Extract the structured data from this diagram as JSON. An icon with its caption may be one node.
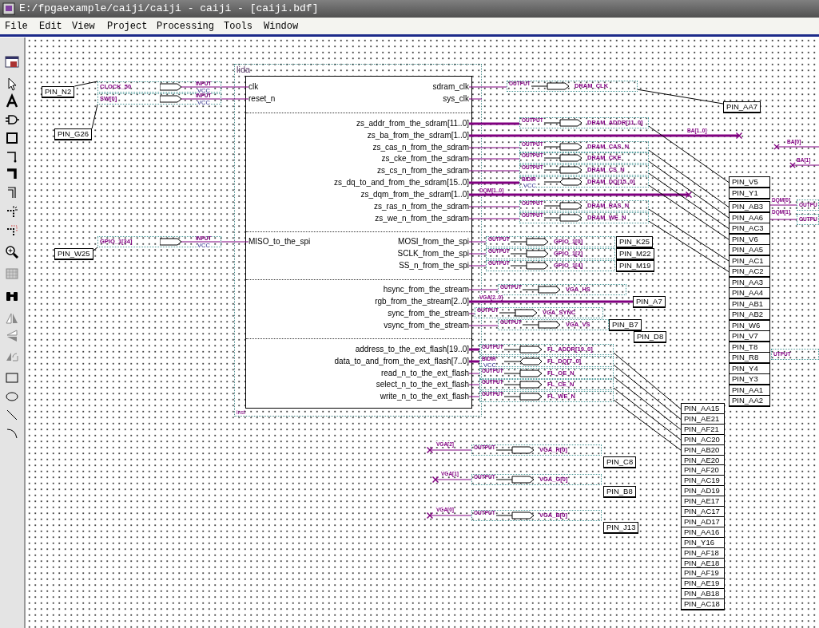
{
  "diagram": {
    "title": "E:/fpgaexample/caiji/caiji - caiji - [caiji.bdf]",
    "nodes": [
      {
        "text": [
          "PIN_N2"
        ]
      },
      {
        "text": [
          "CLOCK_50",
          "INPUT",
          "VCC"
        ]
      },
      {
        "text": [
          "SW[0]",
          "INPUT",
          "VCC"
        ]
      },
      {
        "text": [
          "PIN_G26"
        ]
      },
      {
        "text": [
          "GPIO_1[34]",
          "INPUT",
          "VCC"
        ]
      },
      {
        "text": [
          "PIN_W25"
        ]
      },
      {
        "text": [
          "lida"
        ],
        "beside": [
          "inst"
        ]
      },
      {
        "text": [
          "clk"
        ],
        "in": 6
      },
      {
        "text": [
          "reset_n"
        ],
        "in": 6
      },
      {
        "text": [
          "sdram_clk"
        ],
        "in": 6
      },
      {
        "text": [
          "sys_clk"
        ],
        "in": 6
      },
      {
        "text": [
          "zs_addr_from_the_sdram[11..0]"
        ],
        "in": 6
      },
      {
        "text": [
          "zs_ba_from_the_sdram[1..0]"
        ],
        "in": 6
      },
      {
        "text": [
          "zs_cas_n_from_the_sdram"
        ],
        "in": 6
      },
      {
        "text": [
          "zs_cke_from_the_sdram"
        ],
        "in": 6
      },
      {
        "text": [
          "zs_cs_n_from_the_sdram"
        ],
        "in": 6
      },
      {
        "text": [
          "zs_dq_to_and_from_the_sdram[15..0]"
        ],
        "in": 6
      },
      {
        "text": [
          "zs_dqm_from_the_sdram[1..0]"
        ],
        "in": 6
      },
      {
        "text": [
          "zs_ras_n_from_the_sdram"
        ],
        "in": 6
      },
      {
        "text": [
          "zs_we_n_from_the_sdram"
        ],
        "in": 6
      },
      {
        "text": [
          "MISO_to_the_spi"
        ],
        "in": 6
      },
      {
        "text": [
          "MOSI_from_the_spi"
        ],
        "in": 6
      },
      {
        "text": [
          "SCLK_from_the_spi"
        ],
        "in": 6
      },
      {
        "text": [
          "SS_n_from_the_spi"
        ],
        "in": 6
      },
      {
        "text": [
          "hsync_from_the_stream"
        ],
        "in": 6
      },
      {
        "text": [
          "rgb_from_the_stream[2..0]"
        ],
        "in": 6
      },
      {
        "text": [
          "sync_from_the_stream"
        ],
        "in": 6
      },
      {
        "text": [
          "vsync_from_the_stream"
        ],
        "in": 6
      },
      {
        "text": [
          "address_to_the_ext_flash[19..0]"
        ],
        "in": 6
      },
      {
        "text": [
          "data_to_and_from_the_ext_flash[7..0]"
        ],
        "in": 6
      },
      {
        "text": [
          "read_n_to_the_ext_flash"
        ],
        "in": 6
      },
      {
        "text": [
          "select_n_to_the_ext_flash"
        ],
        "in": 6
      },
      {
        "text": [
          "write_n_to_the_ext_flash"
        ],
        "in": 6
      },
      {
        "text": [
          "OUTPUT",
          "DRAM_CLK"
        ]
      },
      {
        "text": [
          "OUTPUT",
          "DRAM_ADDR[11..0]"
        ]
      },
      {
        "text": [
          "OUTPUT",
          "DRAM_CAS_N"
        ]
      },
      {
        "text": [
          "OUTPUT",
          "DRAM_CKE"
        ]
      },
      {
        "text": [
          "OUTPUT",
          "DRAM_CS_N"
        ]
      },
      {
        "text": [
          "BIDIR",
          "VCC",
          "DRAM_DQ[15..0]"
        ]
      },
      {
        "text": [
          "OUTPUT",
          "DRAM_RAS_N"
        ]
      },
      {
        "text": [
          "OUTPUT",
          "DRAM_WE_N"
        ]
      },
      {
        "text": [
          "OUTPUT",
          "GPIO_1[0]"
        ]
      },
      {
        "text": [
          "OUTPUT",
          "GPIO_1[2]"
        ]
      },
      {
        "text": [
          "OUTPUT",
          "GPIO_1[4]"
        ]
      },
      {
        "text": [
          "OUTPUT",
          "VGA_HS"
        ]
      },
      {
        "text": [
          "OUTPUT",
          "VGA_SYNC"
        ]
      },
      {
        "text": [
          "OUTPUT",
          "VGA_VS"
        ]
      },
      {
        "text": [
          "OUTPUT",
          "FL_ADDR[19..0]"
        ]
      },
      {
        "text": [
          "BIDIR",
          "VCC",
          "FL_DQ[7..0]"
        ]
      },
      {
        "text": [
          "OUTPUT",
          "FL_OE_N"
        ]
      },
      {
        "text": [
          "OUTPUT",
          "FL_CE_N"
        ]
      },
      {
        "text": [
          "OUTPUT",
          "FL_WE_N"
        ]
      },
      {
        "text": [
          "OUTPUT",
          "VGA_R[0]"
        ]
      },
      {
        "text": [
          "OUTPUT",
          "VGA_G[0]"
        ]
      },
      {
        "text": [
          "OUTPUT",
          "VGA_B[0]"
        ]
      },
      {
        "text": [
          "OUTPU"
        ]
      },
      {
        "text": [
          "OUTPU"
        ]
      },
      {
        "text": [
          "UTPUT"
        ]
      },
      {
        "text": [
          "PIN_AA7"
        ]
      },
      {
        "text": [
          "PIN_K25"
        ]
      },
      {
        "text": [
          "PIN_M22"
        ]
      },
      {
        "text": [
          "PIN_M19"
        ]
      },
      {
        "text": [
          "PIN_A7"
        ]
      },
      {
        "text": [
          "PIN_B7"
        ]
      },
      {
        "text": [
          "PIN_D8"
        ]
      },
      {
        "text": [
          "PIN_C8"
        ]
      },
      {
        "text": [
          "PIN_B8"
        ]
      },
      {
        "text": [
          "PIN_J13"
        ]
      },
      {
        "text": [
          "PIN_V5"
        ]
      },
      {
        "text": [
          "PIN_Y1"
        ]
      },
      {
        "text": [
          "PIN_AB3"
        ]
      },
      {
        "text": [
          "PIN_AA6"
        ]
      },
      {
        "text": [
          "PIN_AC3"
        ]
      },
      {
        "text": [
          "PIN_V6"
        ]
      },
      {
        "text": [
          "PIN_AA5"
        ]
      },
      {
        "text": [
          "PIN_AC1"
        ]
      },
      {
        "text": [
          "PIN_AC2"
        ]
      },
      {
        "text": [
          "PIN_AA3"
        ]
      },
      {
        "text": [
          "PIN_AA4"
        ]
      },
      {
        "text": [
          "PIN_AB1"
        ]
      },
      {
        "text": [
          "PIN_AB2"
        ]
      },
      {
        "text": [
          "PIN_W6"
        ]
      },
      {
        "text": [
          "PIN_V7"
        ]
      },
      {
        "text": [
          "PIN_T8"
        ]
      },
      {
        "text": [
          "PIN_R8"
        ]
      },
      {
        "text": [
          "PIN_Y4"
        ]
      },
      {
        "text": [
          "PIN_Y3"
        ]
      },
      {
        "text": [
          "PIN_AA1"
        ]
      },
      {
        "text": [
          "PIN_AA2"
        ]
      },
      {
        "text": [
          "PIN_AA15"
        ]
      },
      {
        "text": [
          "PIN_AE21"
        ]
      },
      {
        "text": [
          "PIN_AF21"
        ]
      },
      {
        "text": [
          "PIN_AC20"
        ]
      },
      {
        "text": [
          "PIN_AB20"
        ]
      },
      {
        "text": [
          "PIN_AE20"
        ]
      },
      {
        "text": [
          "PIN_AF20"
        ]
      },
      {
        "text": [
          "PIN_AC19"
        ]
      },
      {
        "text": [
          "PIN_AD19"
        ]
      },
      {
        "text": [
          "PIN_AE17"
        ]
      },
      {
        "text": [
          "PIN_AC17"
        ]
      },
      {
        "text": [
          "PIN_AD17"
        ]
      },
      {
        "text": [
          "PIN_AA16"
        ]
      },
      {
        "text": [
          "PIN_Y16"
        ]
      },
      {
        "text": [
          "PIN_AF18"
        ]
      },
      {
        "text": [
          "PIN_AE18"
        ]
      },
      {
        "text": [
          "PIN_AF19"
        ]
      },
      {
        "text": [
          "PIN_AE19"
        ]
      },
      {
        "text": [
          "PIN_AB18"
        ]
      },
      {
        "text": [
          "PIN_AC18"
        ]
      }
    ],
    "edges": [
      {
        "from": 1,
        "to": 7,
        "arrow": "none"
      },
      {
        "from": 2,
        "to": 8,
        "arrow": "none"
      },
      {
        "from": 4,
        "to": 20,
        "arrow": "none"
      },
      {
        "from": 9,
        "to": 33,
        "arrow": "none"
      },
      {
        "from": 11,
        "to": 34,
        "arrow": "none",
        "style": "thick"
      },
      {
        "from": 12,
        "to": null,
        "arrow": "other",
        "style": "thick",
        "label": "BA[1..0]"
      },
      {
        "from": 13,
        "to": 35,
        "arrow": "none"
      },
      {
        "from": 14,
        "to": 36,
        "arrow": "none"
      },
      {
        "from": 15,
        "to": 37,
        "arrow": "none"
      },
      {
        "from": 16,
        "to": 38,
        "arrow": "none",
        "style": "thick"
      },
      {
        "from": 17,
        "to": null,
        "arrow": "other",
        "style": "thick",
        "label": "DQM[1..0]"
      },
      {
        "from": 18,
        "to": 39,
        "arrow": "none"
      },
      {
        "from": 19,
        "to": 40,
        "arrow": "none"
      },
      {
        "from": 21,
        "to": 41,
        "arrow": "none"
      },
      {
        "from": 22,
        "to": 42,
        "arrow": "none"
      },
      {
        "from": 23,
        "to": 43,
        "arrow": "none"
      },
      {
        "from": 24,
        "to": 44,
        "arrow": "none"
      },
      {
        "from": 25,
        "to": 62,
        "arrow": "none",
        "style": "thick",
        "label": "VGA[2..0]"
      },
      {
        "from": 26,
        "to": 45,
        "arrow": "none"
      },
      {
        "from": 27,
        "to": 46,
        "arrow": "none"
      },
      {
        "from": 28,
        "to": 47,
        "arrow": "none",
        "style": "thick"
      },
      {
        "from": 29,
        "to": 48,
        "arrow": "none",
        "style": "thick"
      },
      {
        "from": 30,
        "to": 49,
        "arrow": "none"
      },
      {
        "from": 31,
        "to": 50,
        "arrow": "none"
      },
      {
        "from": 32,
        "to": 51,
        "arrow": "none"
      },
      {
        "from": null,
        "to": 52,
        "arrow": "other",
        "label": "VGA[2]"
      },
      {
        "from": null,
        "to": 53,
        "arrow": "other",
        "label": "VGA[1]"
      },
      {
        "from": null,
        "to": 54,
        "arrow": "other",
        "label": "VGA[0]"
      },
      {
        "from": 70,
        "to": 55,
        "arrow": "none",
        "label": "DQM[0]"
      },
      {
        "from": 71,
        "to": 56,
        "arrow": "none",
        "label": "DQM[1]"
      },
      {
        "from": 0,
        "to": 1,
        "arrow": "none",
        "color": "#000000"
      },
      {
        "from": 3,
        "to": 2,
        "arrow": "none",
        "color": "#000000"
      },
      {
        "from": 5,
        "to": 4,
        "arrow": "none",
        "color": "#000000"
      },
      {
        "from": 33,
        "to": 58,
        "arrow": "none",
        "color": "#000000"
      },
      {
        "from": 34,
        "to": 68,
        "arrow": "none",
        "color": "#000000"
      },
      {
        "from": 35,
        "to": 70,
        "arrow": "none",
        "color": "#000000"
      },
      {
        "from": 36,
        "to": 71,
        "arrow": "none",
        "color": "#000000"
      },
      {
        "from": 37,
        "to": 72,
        "arrow": "none",
        "color": "#000000"
      },
      {
        "from": 38,
        "to": 73,
        "arrow": "none",
        "color": "#000000"
      },
      {
        "from": 39,
        "to": 75,
        "arrow": "none",
        "color": "#000000"
      },
      {
        "from": 40,
        "to": 76,
        "arrow": "none",
        "color": "#000000"
      },
      {
        "from": 47,
        "to": 89,
        "arrow": "none",
        "color": "#000000"
      },
      {
        "from": 48,
        "to": 90,
        "arrow": "none",
        "color": "#000000"
      },
      {
        "from": 49,
        "to": 91,
        "arrow": "none",
        "color": "#000000"
      },
      {
        "from": 50,
        "to": 92,
        "arrow": "none",
        "color": "#000000"
      },
      {
        "from": 51,
        "to": 93,
        "arrow": "none",
        "color": "#000000"
      }
    ],
    "labels": [
      "File",
      "Edit",
      "View",
      "Project",
      "Processing",
      "Tools",
      "Window",
      "BA[0]",
      "BA[1]"
    ]
  }
}
